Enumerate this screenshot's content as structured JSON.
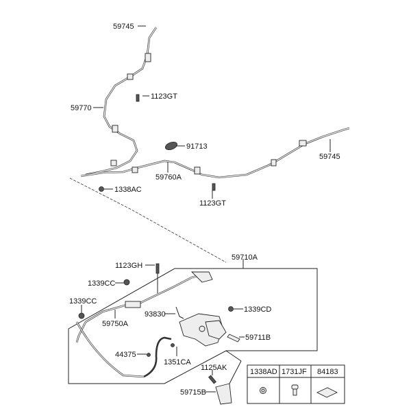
{
  "callouts": {
    "c59745_top": "59745",
    "c1123GT_top": "1123GT",
    "c59770": "59770",
    "c91713": "91713",
    "c59745_right": "59745",
    "c1338AC": "1338AC",
    "c59760A": "59760A",
    "c1123GT_bottom": "1123GT",
    "c59710A": "59710A",
    "c1123GH": "1123GH",
    "c1339CC_a": "1339CC",
    "c1339CC_b": "1339CC",
    "c59750A": "59750A",
    "c93830": "93830",
    "c1339CD": "1339CD",
    "c59711B": "59711B",
    "c44375": "44375",
    "c1351CA": "1351CA",
    "c1125AK": "1125AK",
    "c59715B": "59715B"
  },
  "parts_table": {
    "headers": [
      "1338AD",
      "1731JF",
      "84183"
    ],
    "icons": [
      "nut-icon",
      "bolt-icon",
      "pad-icon"
    ]
  }
}
